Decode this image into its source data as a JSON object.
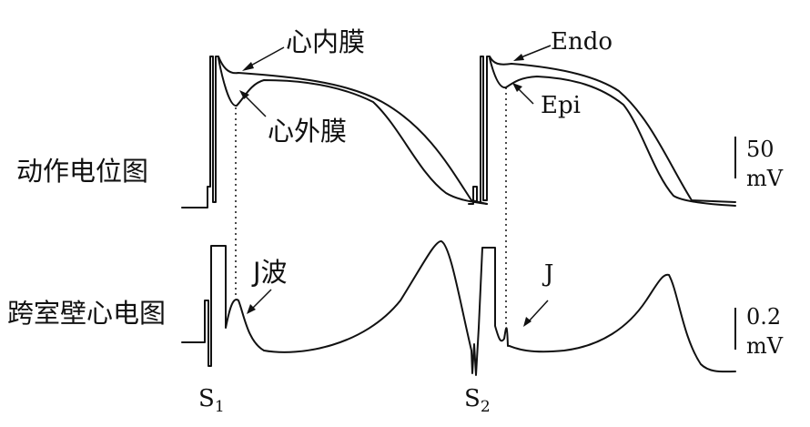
{
  "panels": {
    "action_potential_label": "动作电位图",
    "transmural_ecg_label": "跨室壁心电图"
  },
  "beat1": {
    "endo_label": "心内膜",
    "epi_label": "心外膜",
    "j_wave_label": "J波",
    "stimulus_letter": "S",
    "stimulus_index": "1"
  },
  "beat2": {
    "endo_label": "Endo",
    "epi_label": "Epi",
    "j_wave_label": "J",
    "stimulus_letter": "S",
    "stimulus_index": "2"
  },
  "scale_bars": {
    "ap_value": "50",
    "ap_unit": "mV",
    "ecg_value": "0.2",
    "ecg_unit": "mV"
  }
}
